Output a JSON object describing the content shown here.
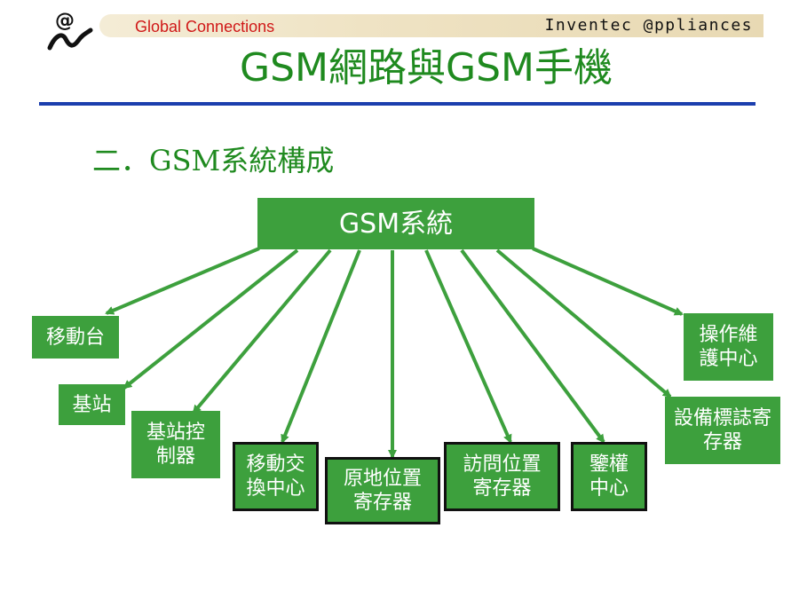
{
  "header": {
    "logo_mark": "@",
    "left_text": "Global Connections",
    "right_text": "Inventec @ppliances"
  },
  "title": "GSM網路與GSM手機",
  "subtitle": "二．GSM系統構成",
  "diagram": {
    "root": "GSM系統",
    "nodes": [
      "移動台",
      "基站",
      "基站控制器",
      "移動交換中心",
      "原地位置寄存器",
      "訪問位置寄存器",
      "鑒權中心",
      "設備標誌寄存器",
      "操作維護中心"
    ]
  },
  "colors": {
    "title_green": "#1f8a1f",
    "box_green": "#3da03d",
    "rule_blue": "#1c3fae",
    "banner_red": "#d01818"
  }
}
